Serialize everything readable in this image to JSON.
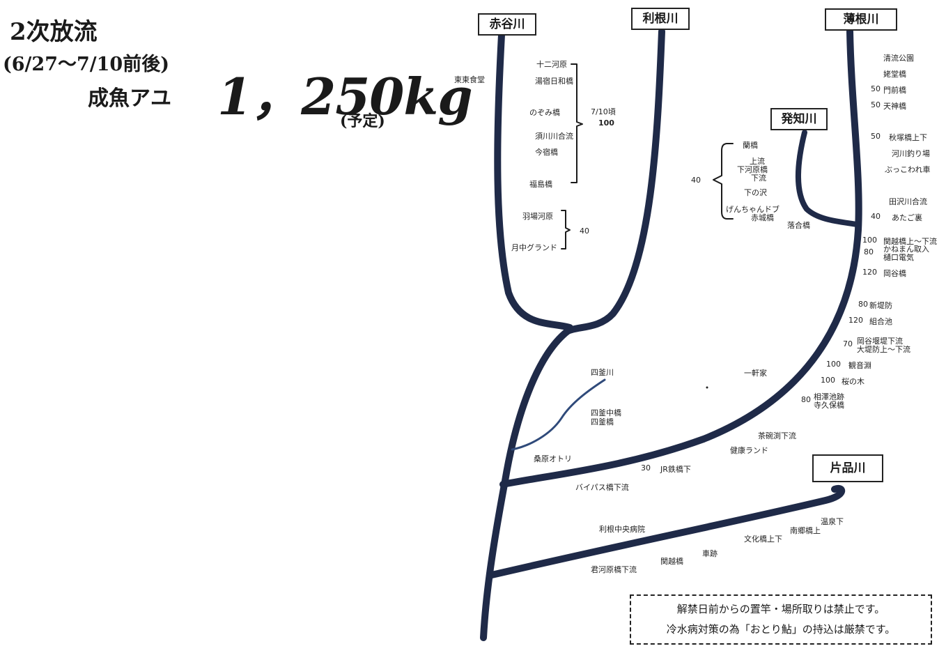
{
  "header": {
    "title": "2次放流",
    "period": "(6/27～7/10前後)",
    "species": "成魚アユ",
    "amount": "1，250kg",
    "planned": "(予定)"
  },
  "colors": {
    "river": "#1f2a48",
    "tributary": "#2f4a7a"
  },
  "rivers": {
    "akaya": "赤谷川",
    "tone": "利根川",
    "usune": "薄根川",
    "hocchi": "発知川",
    "katashina": "片品川",
    "shikama": "四釜川"
  },
  "akaya_river": {
    "higashi_shokudo": "東東食堂"
  },
  "tone_upper": {
    "places": [
      "十二河原",
      "湯宿日和橋",
      "のぞみ橋",
      "須川川合流",
      "今宿橋",
      "福島橋"
    ],
    "date_note": "7/10頃",
    "amount": "100"
  },
  "tone_mid": {
    "places": [
      "羽場河原",
      "月中グランド"
    ],
    "amount": "40"
  },
  "usune_left": {
    "places": [
      "蘭橋",
      "上流",
      "下河原橋",
      "下流",
      "下の沢",
      "げんちゃんドブ",
      "赤城橋"
    ],
    "amount": "40",
    "confluence": "落合橋"
  },
  "usune_right": [
    {
      "amount": "",
      "name": "清流公園"
    },
    {
      "amount": "",
      "name": "姥堂橋"
    },
    {
      "amount": "50",
      "name": "門前橋"
    },
    {
      "amount": "50",
      "name": "天神橋"
    },
    {
      "amount": "50",
      "name": "秋塚橋上下"
    },
    {
      "amount": "",
      "name": "河川釣り場"
    },
    {
      "amount": "",
      "name": "ぶっこわれ車"
    },
    {
      "amount": "",
      "name": "田沢川合流"
    },
    {
      "amount": "40",
      "name": "あたご裏"
    },
    {
      "amount": "100",
      "name": "関越橋上～下流"
    },
    {
      "amount": "80",
      "name": "かねまん取入"
    },
    {
      "amount": "",
      "name": "樋口電気"
    },
    {
      "amount": "120",
      "name": "岡谷橋"
    },
    {
      "amount": "80",
      "name": "新堤防"
    },
    {
      "amount": "120",
      "name": "組合池"
    },
    {
      "amount": "70",
      "name": "岡谷堰堤下流"
    },
    {
      "amount": "",
      "name": "大堤防上～下流"
    },
    {
      "amount": "100",
      "name": "観音淵"
    },
    {
      "amount": "100",
      "name": "桜の木"
    },
    {
      "amount": "80",
      "name": "相澤池跡"
    },
    {
      "amount": "",
      "name": "寺久保橋"
    }
  ],
  "lower_usune": {
    "ikkenya": "一軒家",
    "chawanbuchi": "茶碗渕下流",
    "kenko_land": "健康ランド",
    "jr_amount": "30",
    "jr_bridge": "JR鉄橋下"
  },
  "shikama_area": {
    "naka_bridge": "四釜中橋",
    "shikama_bridge": "四釜橋",
    "kuwabara": "桑原オトリ",
    "bypass": "バイパス橋下流"
  },
  "katashina_area": {
    "hospital": "利根中央病院",
    "onsen": "温泉下",
    "nangou": "南郷橋上",
    "bunka": "文化橋上下",
    "kurumaato": "車跡",
    "kanetsu": "関越橋",
    "kimigawara": "君河原橋下流"
  },
  "notice": {
    "line1": "解禁日前からの置竿・場所取りは禁止です。",
    "line2": "冷水病対策の為「おとり鮎」の持込は厳禁です。"
  }
}
